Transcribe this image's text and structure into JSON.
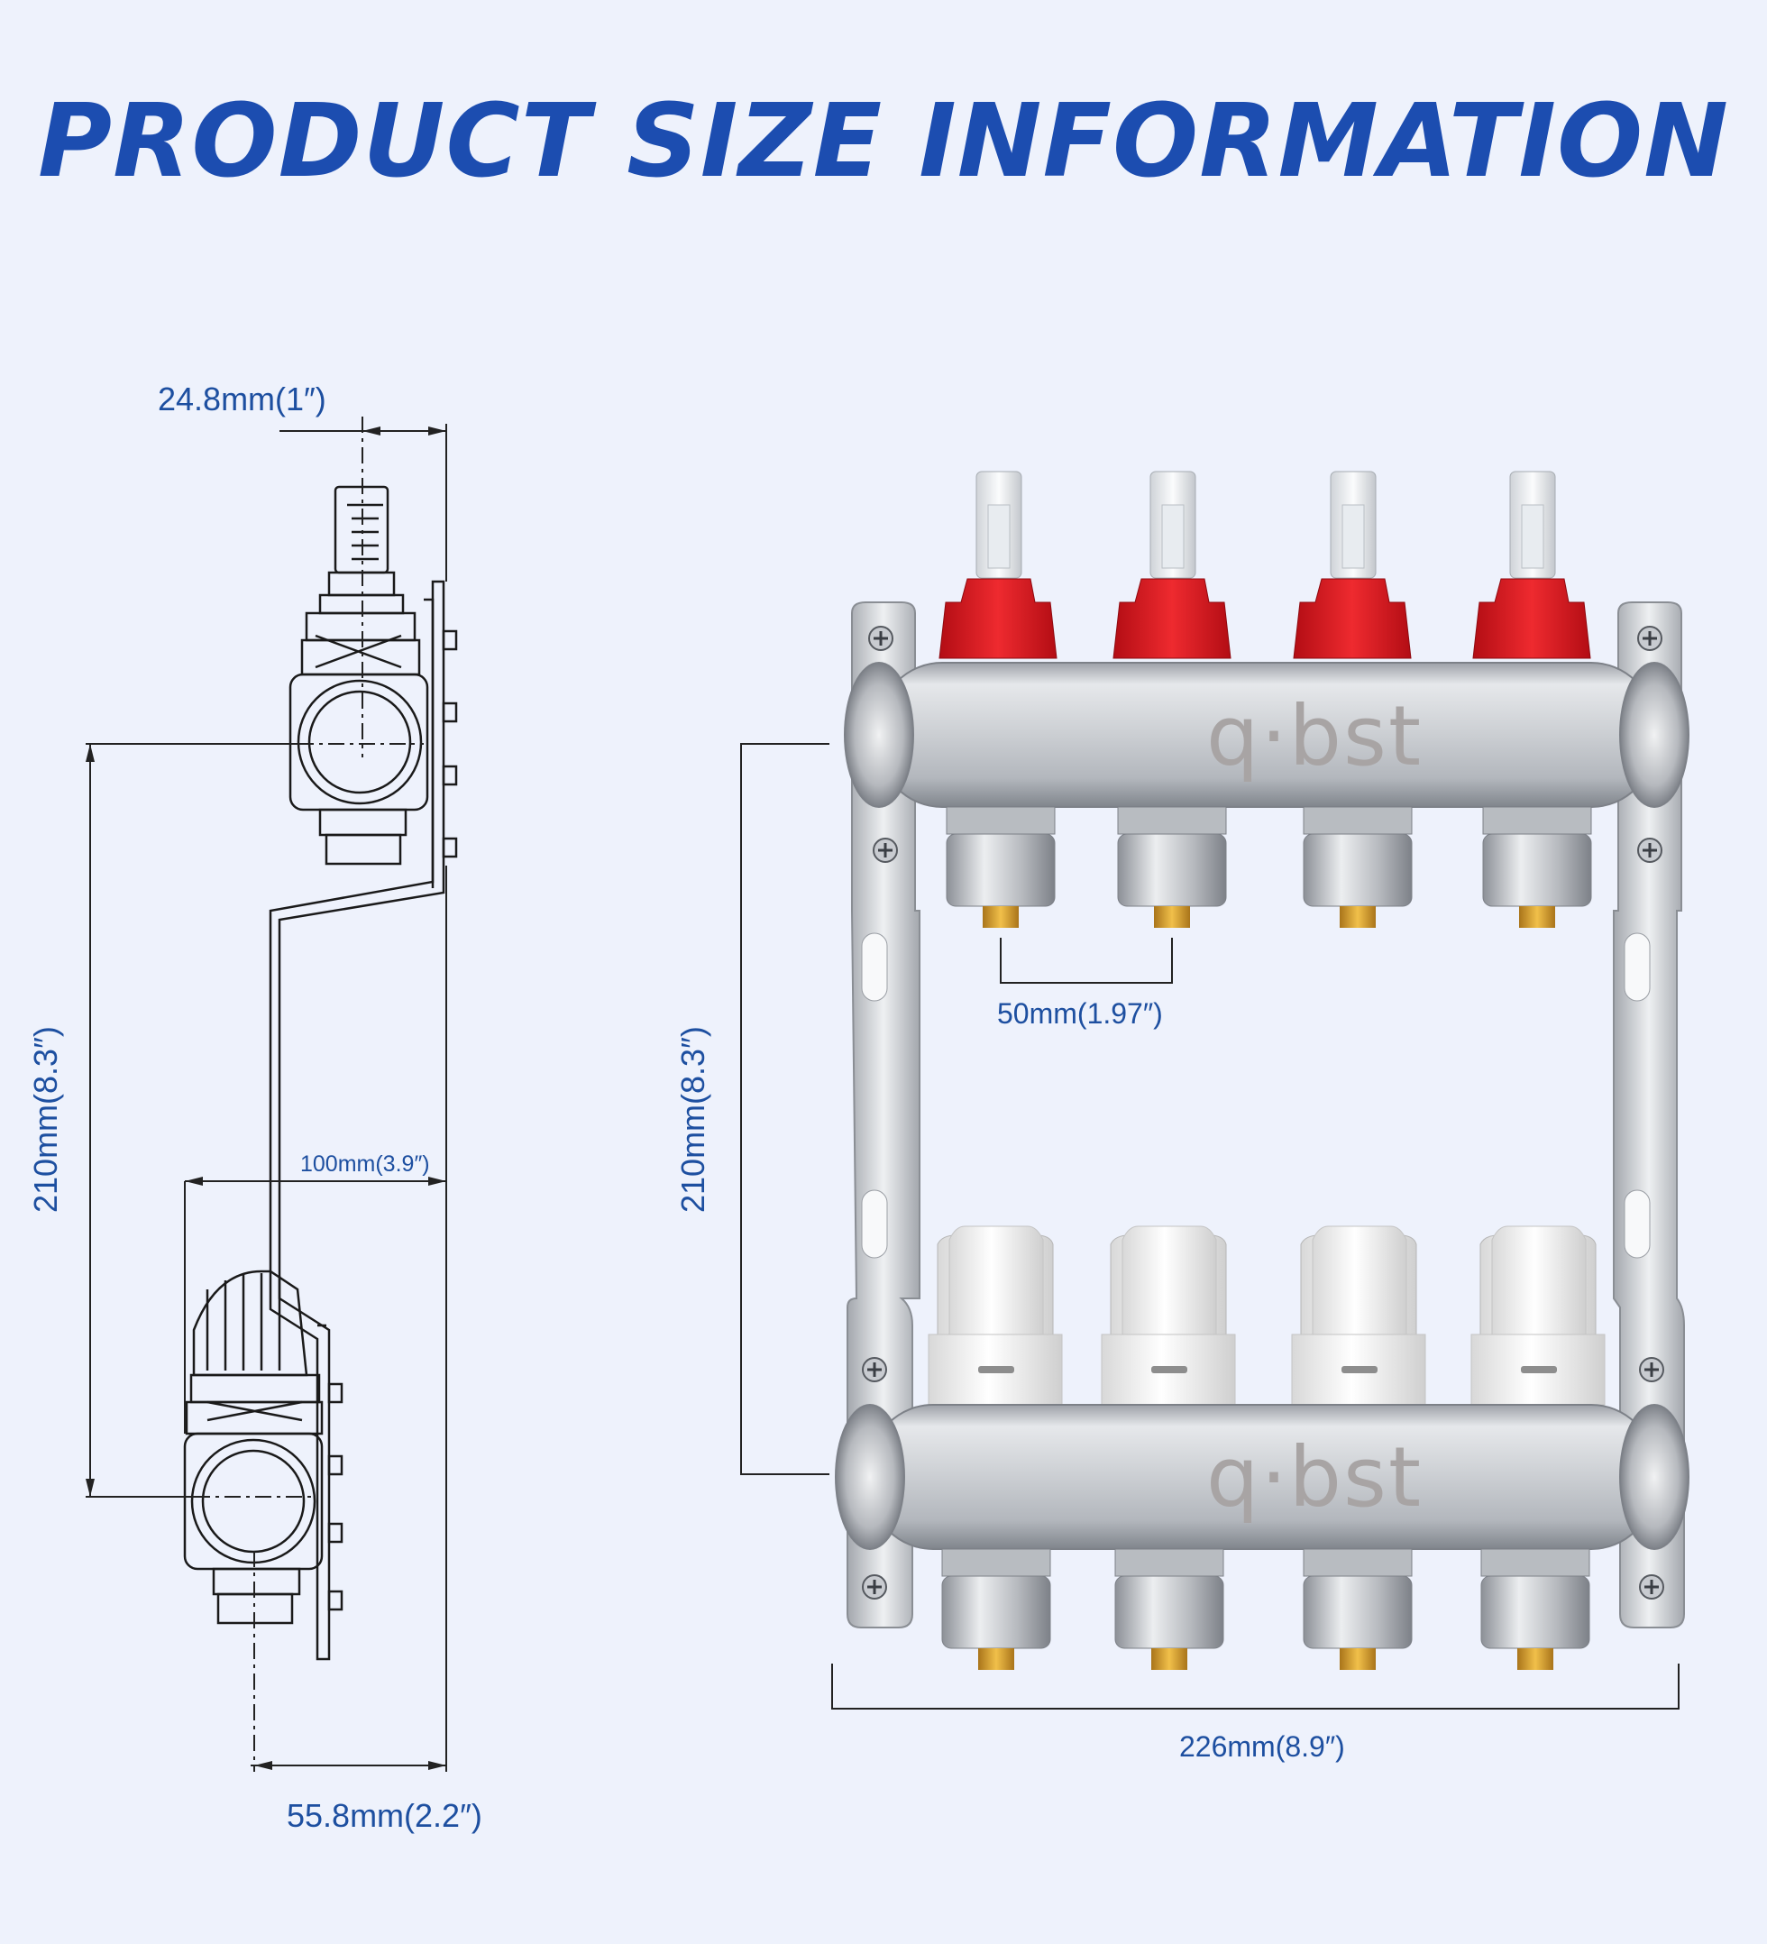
{
  "title": "PRODUCT SIZE INFORMATION",
  "brand_logo": "q·bst",
  "side_view": {
    "depth_label": "24.8mm(1″)",
    "height_label": "210mm(8.3″)",
    "offset_label": "100mm(3.9″)",
    "bottom_label": "55.8mm(2.2″)"
  },
  "front_view": {
    "height_label": "210mm(8.3″)",
    "spacing_label": "50mm(1.97″)",
    "width_label": "226mm(8.9″)",
    "outlet_count": 4
  },
  "colors": {
    "title": "#1c4db0",
    "dimension_text": "#1d4fa0",
    "background": "#eef2fc",
    "flowmeter_cap": "#d8141c",
    "valve_cap": "#f4f4f4",
    "brass": "#d9a020",
    "steel": "#c7cacf"
  }
}
